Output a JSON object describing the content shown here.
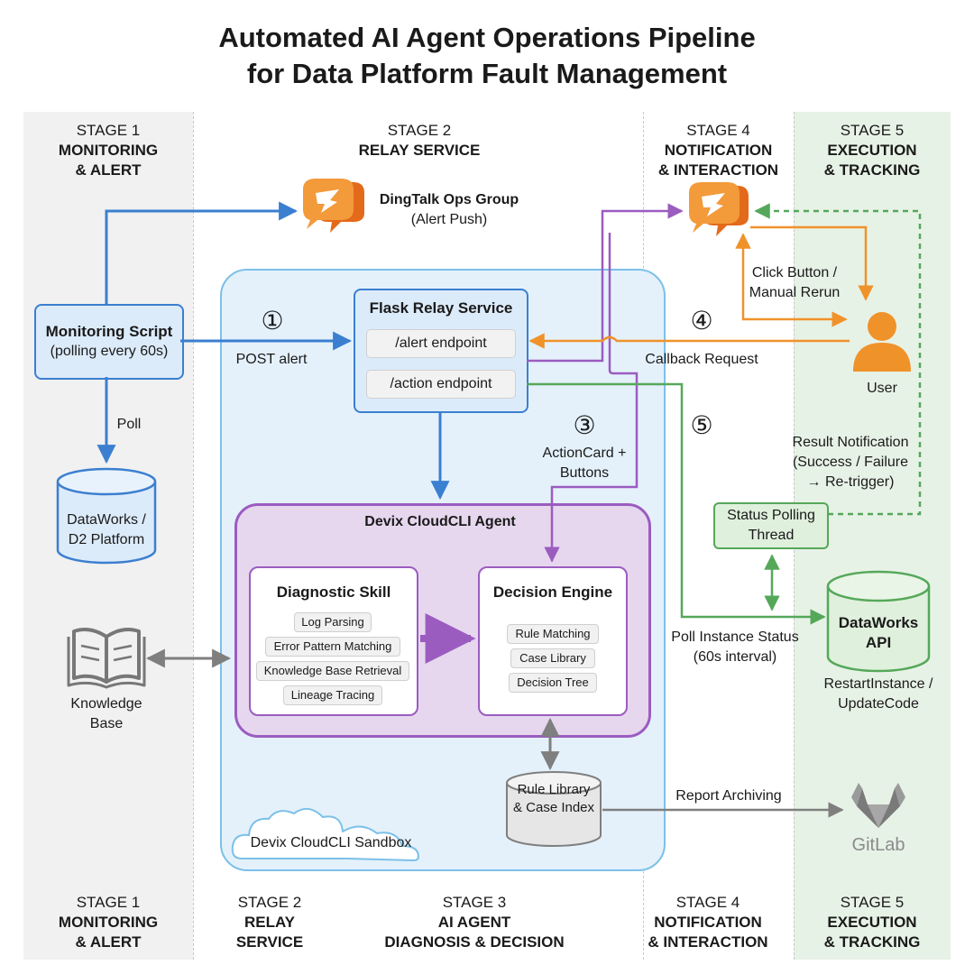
{
  "title": {
    "line1": "Automated AI Agent Operations Pipeline",
    "line2": "for Data Platform Fault Management"
  },
  "colors": {
    "blue": "#3b7fd0",
    "orange": "#f0922a",
    "purple": "#9b5cc0",
    "green": "#55a85a",
    "gray": "#7f7f7f",
    "band_gray": "#f1f1f1",
    "band_green": "#e7f2e6",
    "sandbox_fill": "#e4f1fb",
    "agent_fill": "#e6d7ee"
  },
  "top_headers": [
    {
      "stage": "STAGE 1",
      "line1": "MONITORING",
      "line2": "& ALERT"
    },
    {
      "stage": "STAGE 2",
      "line1": "RELAY SERVICE",
      "line2": ""
    },
    {
      "stage": "STAGE 4",
      "line1": "NOTIFICATION",
      "line2": "& INTERACTION"
    },
    {
      "stage": "STAGE 5",
      "line1": "EXECUTION",
      "line2": "& TRACKING"
    }
  ],
  "bottom_headers": [
    {
      "stage": "STAGE 1",
      "line1": "MONITORING",
      "line2": "& ALERT"
    },
    {
      "stage": "STAGE 2",
      "line1": "RELAY",
      "line2": "SERVICE"
    },
    {
      "stage": "STAGE 3",
      "line1": "AI AGENT",
      "line2": "DIAGNOSIS & DECISION"
    },
    {
      "stage": "STAGE 4",
      "line1": "NOTIFICATION",
      "line2": "& INTERACTION"
    },
    {
      "stage": "STAGE 5",
      "line1": "EXECUTION",
      "line2": "& TRACKING"
    }
  ],
  "dingtalk_ops": {
    "title": "DingTalk Ops Group",
    "subtitle": "(Alert Push)",
    "icon": "dingtalk-icon"
  },
  "monitoring_script": {
    "title": "Monitoring Script",
    "subtitle": "(polling every 60s)"
  },
  "post_alert": {
    "step": "①",
    "label": "POST alert"
  },
  "poll_label": "Poll",
  "dataworks_d2": {
    "line1": "DataWorks /",
    "line2": "D2 Platform"
  },
  "knowledge_base": {
    "line1": "Knowledge",
    "line2": "Base",
    "icon": "book-icon"
  },
  "flask": {
    "title": "Flask Relay Service",
    "alert_endpoint": "/alert endpoint",
    "action_endpoint": "/action endpoint"
  },
  "actioncard": {
    "step": "③",
    "line1": "ActionCard +",
    "line2": "Buttons"
  },
  "agent": {
    "title": "Devix CloudCLI Agent"
  },
  "diagnostic_skill": {
    "title": "Diagnostic Skill",
    "items": [
      "Log Parsing",
      "Error Pattern Matching",
      "Knowledge Base Retrieval",
      "Lineage Tracing"
    ]
  },
  "decision_engine": {
    "title": "Decision Engine",
    "items": [
      "Rule Matching",
      "Case Library",
      "Decision Tree"
    ]
  },
  "rule_library": {
    "line1": "Rule Library",
    "line2": "& Case Index"
  },
  "sandbox_label": "Devix CloudCLI Sandbox",
  "report_archiving": "Report Archiving",
  "gitlab": {
    "label": "GitLab",
    "icon": "gitlab-icon"
  },
  "callback": {
    "step": "④",
    "label": "Callback Request"
  },
  "click_button": {
    "line1": "Click Button /",
    "line2": "Manual Rerun"
  },
  "user": {
    "label": "User",
    "icon": "user-icon"
  },
  "step5": "⑤",
  "result_notification": {
    "line1": "Result Notification",
    "line2": "(Success / Failure",
    "line3": "→ Re-trigger)"
  },
  "status_polling": {
    "line1": "Status Polling",
    "line2": "Thread"
  },
  "poll_instance": {
    "line1": "Poll Instance Status",
    "line2": "(60s interval)"
  },
  "dataworks_api": {
    "line1": "DataWorks",
    "line2": "API"
  },
  "restart": {
    "line1": "RestartInstance /",
    "line2": "UpdateCode"
  }
}
